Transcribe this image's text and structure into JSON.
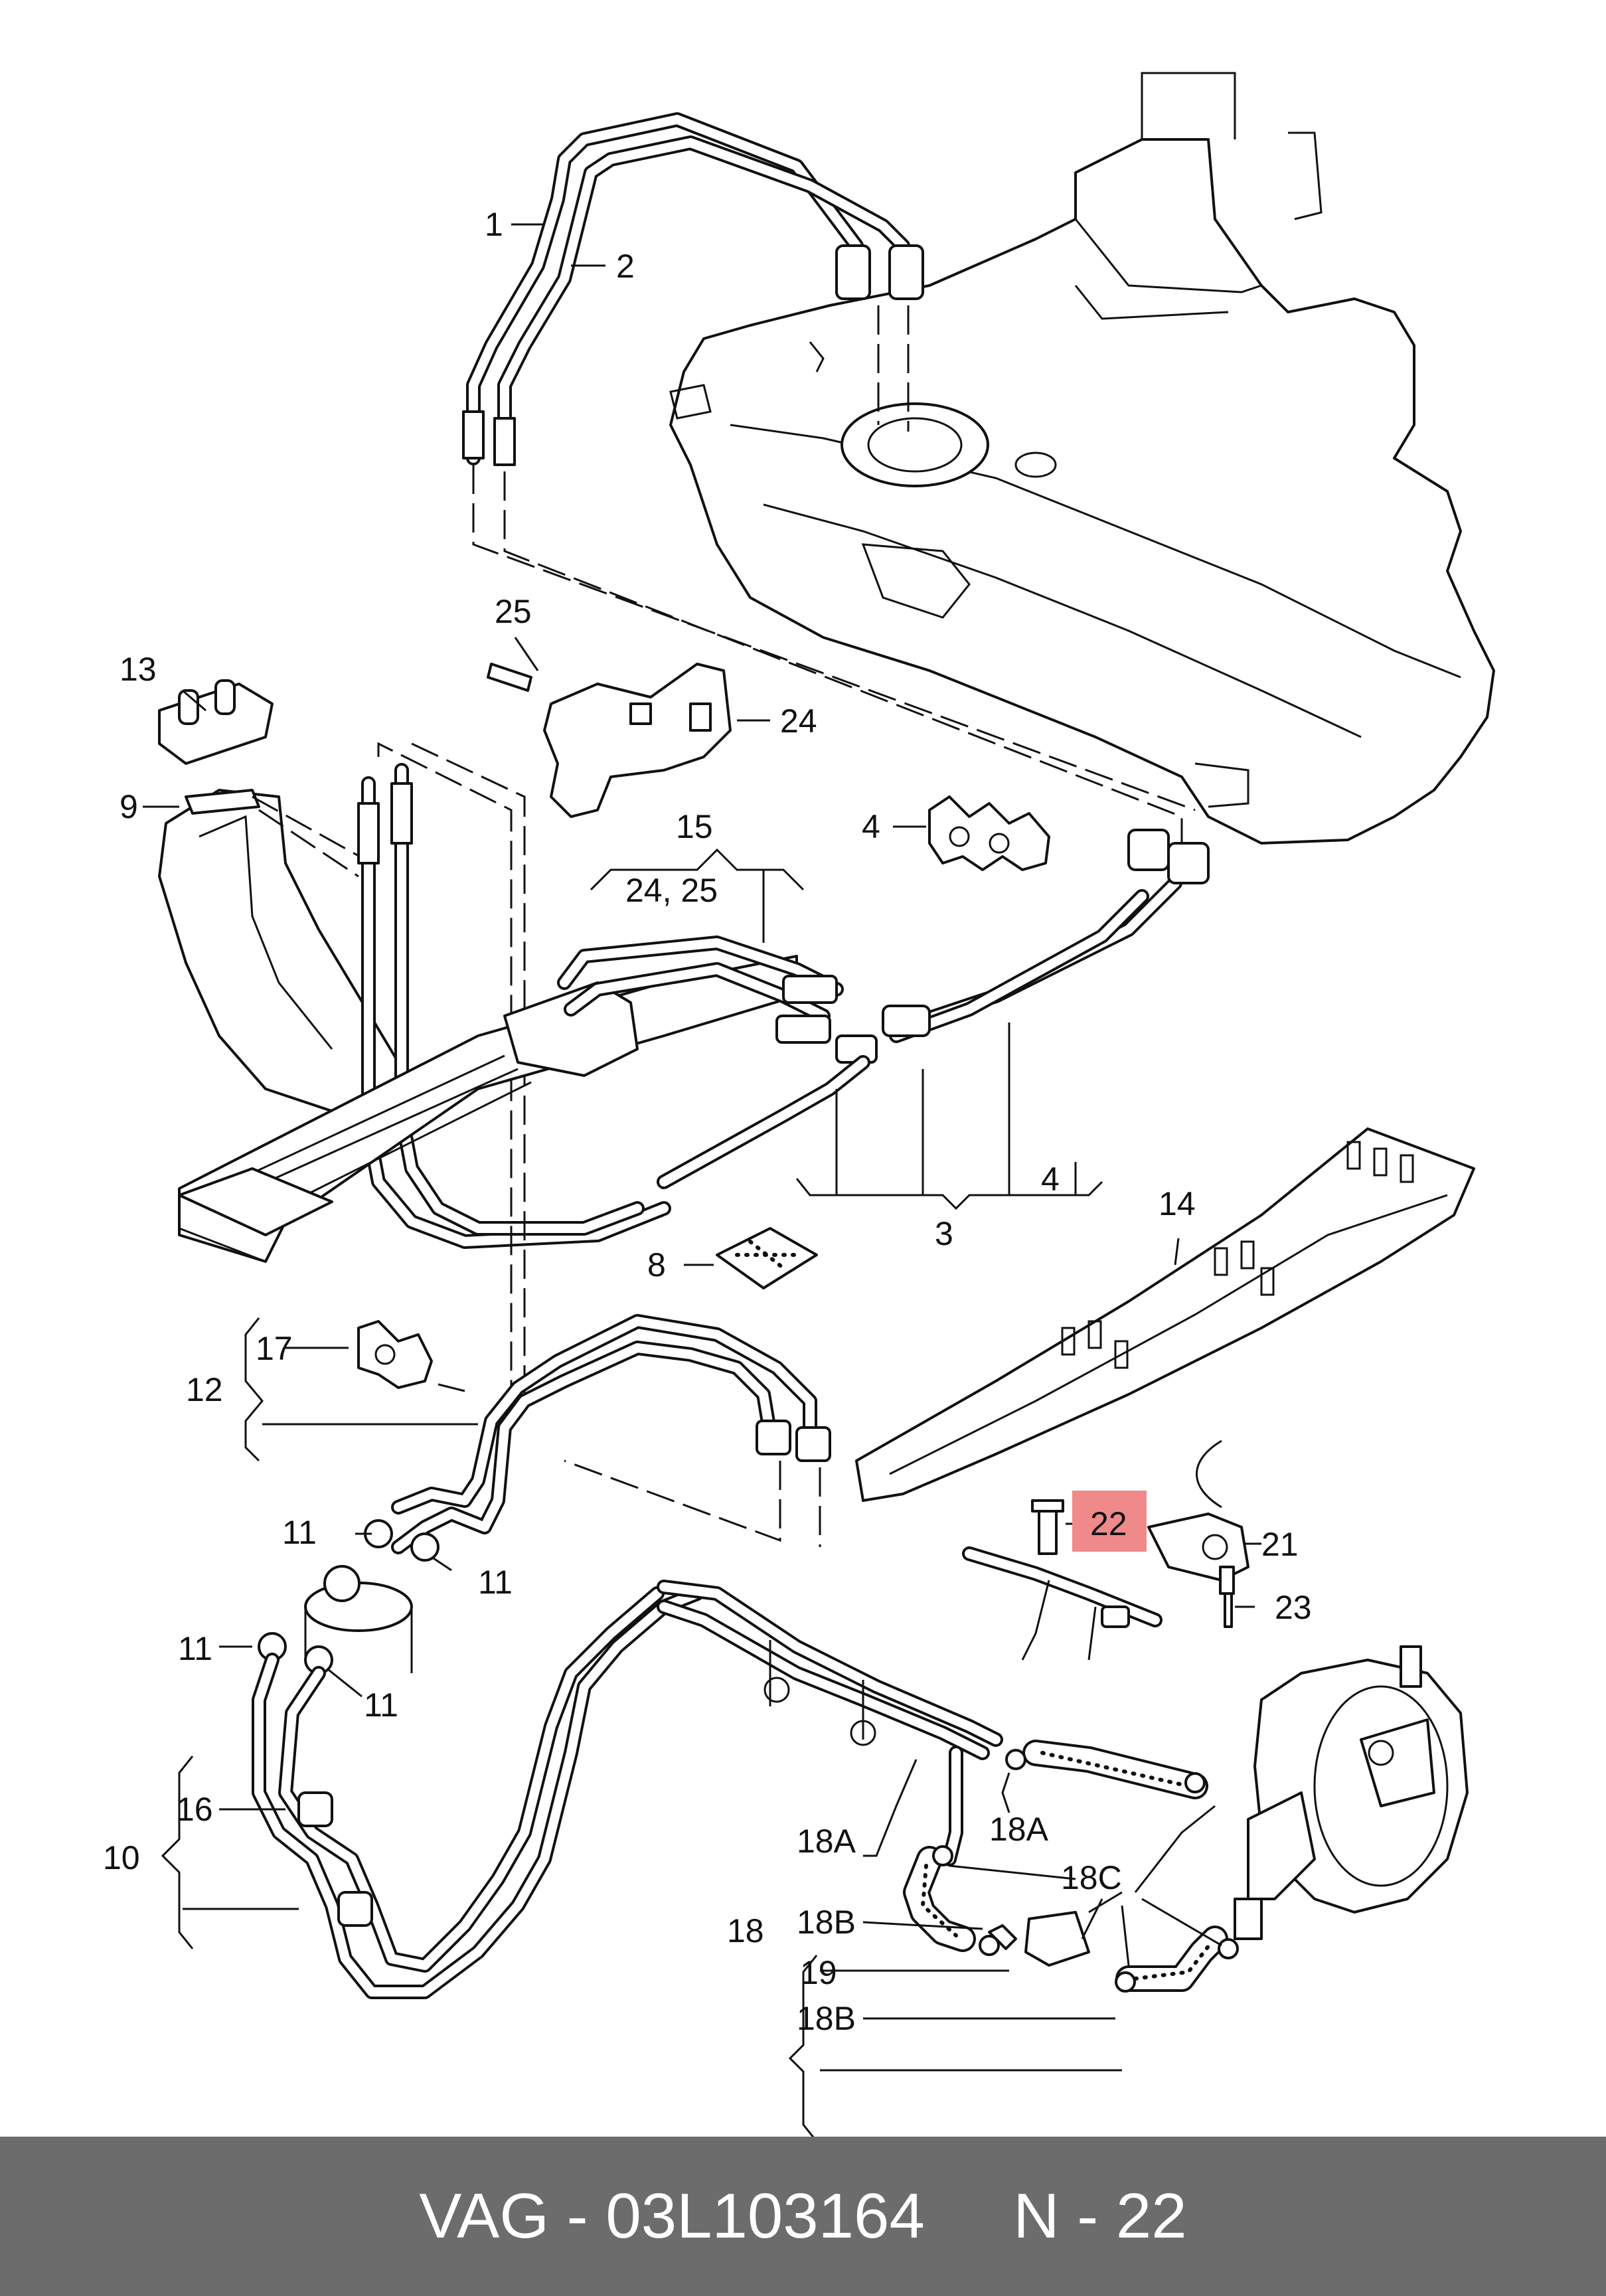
{
  "callouts": [
    {
      "id": "c1",
      "label": "1"
    },
    {
      "id": "c2",
      "label": "2"
    },
    {
      "id": "c25",
      "label": "25"
    },
    {
      "id": "c24",
      "label": "24"
    },
    {
      "id": "c13",
      "label": "13"
    },
    {
      "id": "c9",
      "label": "9"
    },
    {
      "id": "c15",
      "label": "15"
    },
    {
      "id": "c2425",
      "label": "24, 25"
    },
    {
      "id": "c4a",
      "label": "4"
    },
    {
      "id": "c4b",
      "label": "4"
    },
    {
      "id": "c3",
      "label": "3"
    },
    {
      "id": "c8",
      "label": "8"
    },
    {
      "id": "c14",
      "label": "14"
    },
    {
      "id": "c17",
      "label": "17"
    },
    {
      "id": "c12",
      "label": "12"
    },
    {
      "id": "c22",
      "label": "22"
    },
    {
      "id": "c21",
      "label": "21"
    },
    {
      "id": "c23",
      "label": "23"
    },
    {
      "id": "c11a",
      "label": "11"
    },
    {
      "id": "c11b",
      "label": "11"
    },
    {
      "id": "c11c",
      "label": "11"
    },
    {
      "id": "c11d",
      "label": "11"
    },
    {
      "id": "c16",
      "label": "16"
    },
    {
      "id": "c10",
      "label": "10"
    },
    {
      "id": "c18Aa",
      "label": "18A"
    },
    {
      "id": "c18Ab",
      "label": "18A"
    },
    {
      "id": "c18C",
      "label": "18C"
    },
    {
      "id": "c18",
      "label": "18"
    },
    {
      "id": "c18Ba",
      "label": "18B"
    },
    {
      "id": "c19",
      "label": "19"
    },
    {
      "id": "c18Bb",
      "label": "18B"
    }
  ],
  "highlight": {
    "label": "22",
    "color": "#f08a8a"
  },
  "footer": {
    "text": "VAG - 03L103164     N - 22",
    "background": "#6c6c6c",
    "color": "#ffffff"
  }
}
